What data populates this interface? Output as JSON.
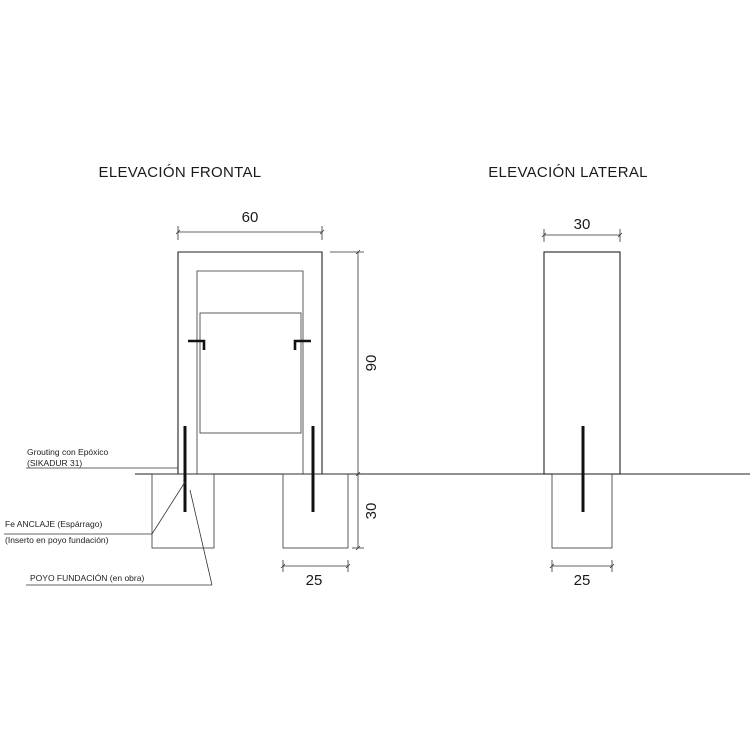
{
  "views": {
    "front": {
      "title": "ELEVACIÓN FRONTAL"
    },
    "side": {
      "title": "ELEVACIÓN LATERAL"
    }
  },
  "dimensions": {
    "front_width": "60",
    "front_height": "90",
    "footing_depth": "30",
    "footing_width_front": "25",
    "side_width": "30",
    "footing_width_side": "25"
  },
  "labels": {
    "grouting_line1": "Grouting con Epóxico",
    "grouting_line2": "(SIKADUR 31)",
    "anchor_line1": "Fe ANCLAJE (Espárrago)",
    "anchor_line2": "(Inserto en poyo fundación)",
    "footing": "POYO FUNDACIÓN (en obra)"
  }
}
